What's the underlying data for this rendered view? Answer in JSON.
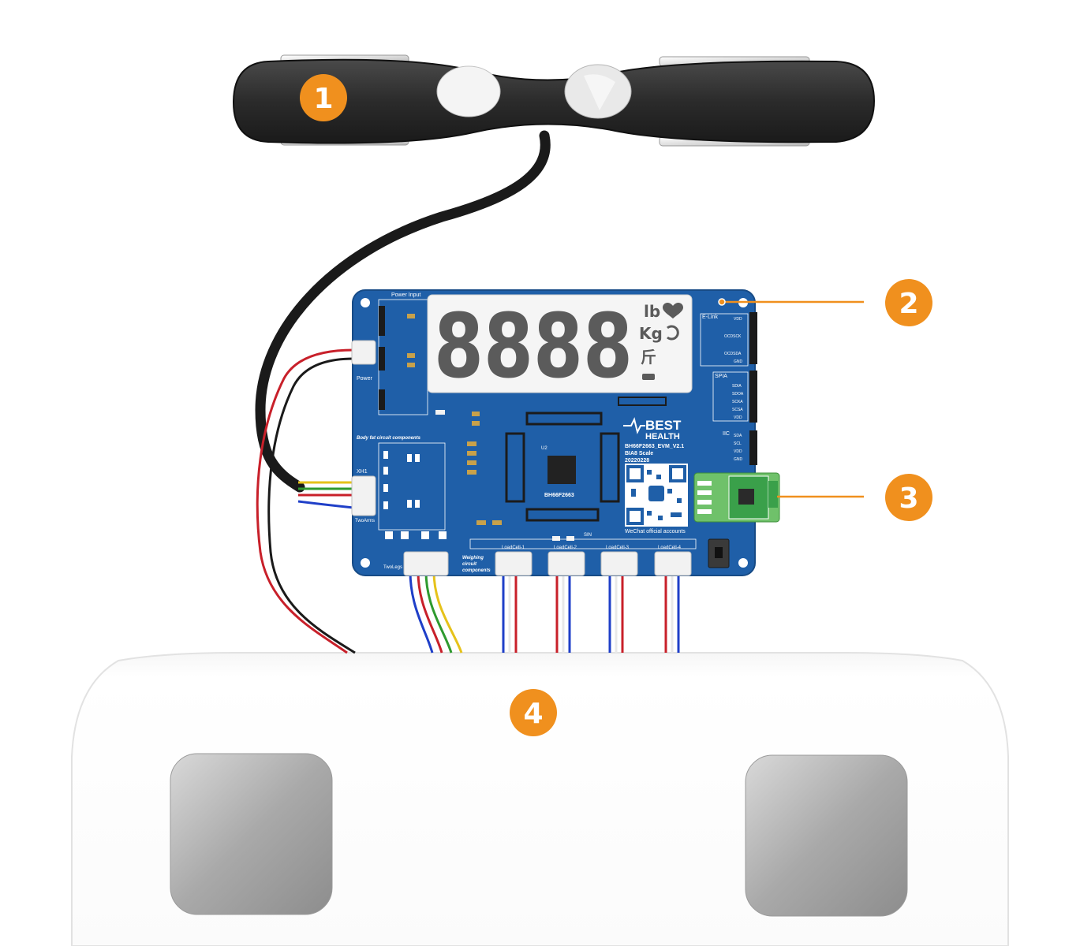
{
  "callouts": {
    "c1": "1",
    "c2": "2",
    "c3": "3",
    "c4": "4",
    "color": "#f0901e"
  },
  "board": {
    "color": "#1f5fa8",
    "power_input": "Power Input",
    "power": "Power",
    "body_fat_section": "Body fat circuit components",
    "weighing_section_l1": "Weighing",
    "weighing_section_l2": "circuit",
    "weighing_section_l3": "components",
    "chip_label": "BH66F2663",
    "brand_line1": "BEST",
    "brand_line2": "HEALTH",
    "model": "BH66F2663_EVM_V2.1",
    "product": "BIA8 Scale",
    "date": "20220228",
    "wechat": "WeChat official accounts",
    "xh1": "XH1",
    "two_arms": "TwoArms",
    "two_legs": "TwoLegs",
    "loadcell_1": "LoadCell-1",
    "loadcell_2": "LoadCell-2",
    "loadcell_3": "LoadCell-3",
    "loadcell_4": "LoadCell-4",
    "e_link": "E-Link",
    "spia": "SPIA",
    "iic": "IIC",
    "pin_vdd": "VDD",
    "pin_ocdsck": "OCDSCK",
    "pin_ocdsda": "OCDSDA",
    "pin_gnd": "GND",
    "pin_sdia": "SDIA",
    "pin_sdoa": "SDOA",
    "pin_scka": "SCKA",
    "pin_scsa": "SCSA",
    "pin_sda": "SDA",
    "pin_scl": "SCL",
    "u2": "U2",
    "sin": "SIN"
  },
  "lcd": {
    "digits": "8888",
    "unit_lb": "lb",
    "unit_kg": "Kg",
    "unit_jin": "斤"
  },
  "wire_colors": {
    "red": "#c8202a",
    "black": "#1a1a1a",
    "white": "#f2f2f2",
    "blue": "#1f3fc8",
    "green": "#2f9a2f",
    "yellow": "#e6c21a"
  }
}
